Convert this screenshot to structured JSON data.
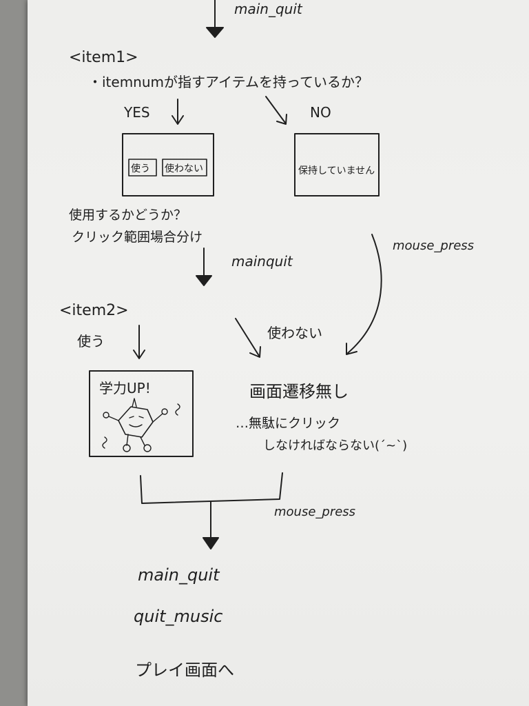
{
  "flow_top": {
    "label": "main_quit"
  },
  "item1": {
    "heading": "<item1>",
    "question": "・itemnumが指すアイテムを持っているか？",
    "yes_label": "YES",
    "no_label": "NO",
    "yes_box": {
      "use_button": "使う",
      "not_use_button": "使わない"
    },
    "no_box": {
      "message": "保持していません"
    },
    "note_lines": [
      "使用するかどうか？",
      "クリック範囲場合分け"
    ]
  },
  "edge_mainquit": {
    "label": "mainquit"
  },
  "edge_mouse_press_right": {
    "label": "mouse_press"
  },
  "item2": {
    "heading": "<item2>",
    "use_label": "使う",
    "not_use_label": "使わない",
    "screen_text": "学力UP!",
    "no_transition": "画面遷移無し",
    "note_lines": [
      "…無駄にクリック",
      "しなければならない(´~`)"
    ]
  },
  "edge_mouse_press_bottom": {
    "label": "mouse_press"
  },
  "end_steps": [
    "main_quit",
    "quit_music",
    "プレイ画面へ"
  ]
}
